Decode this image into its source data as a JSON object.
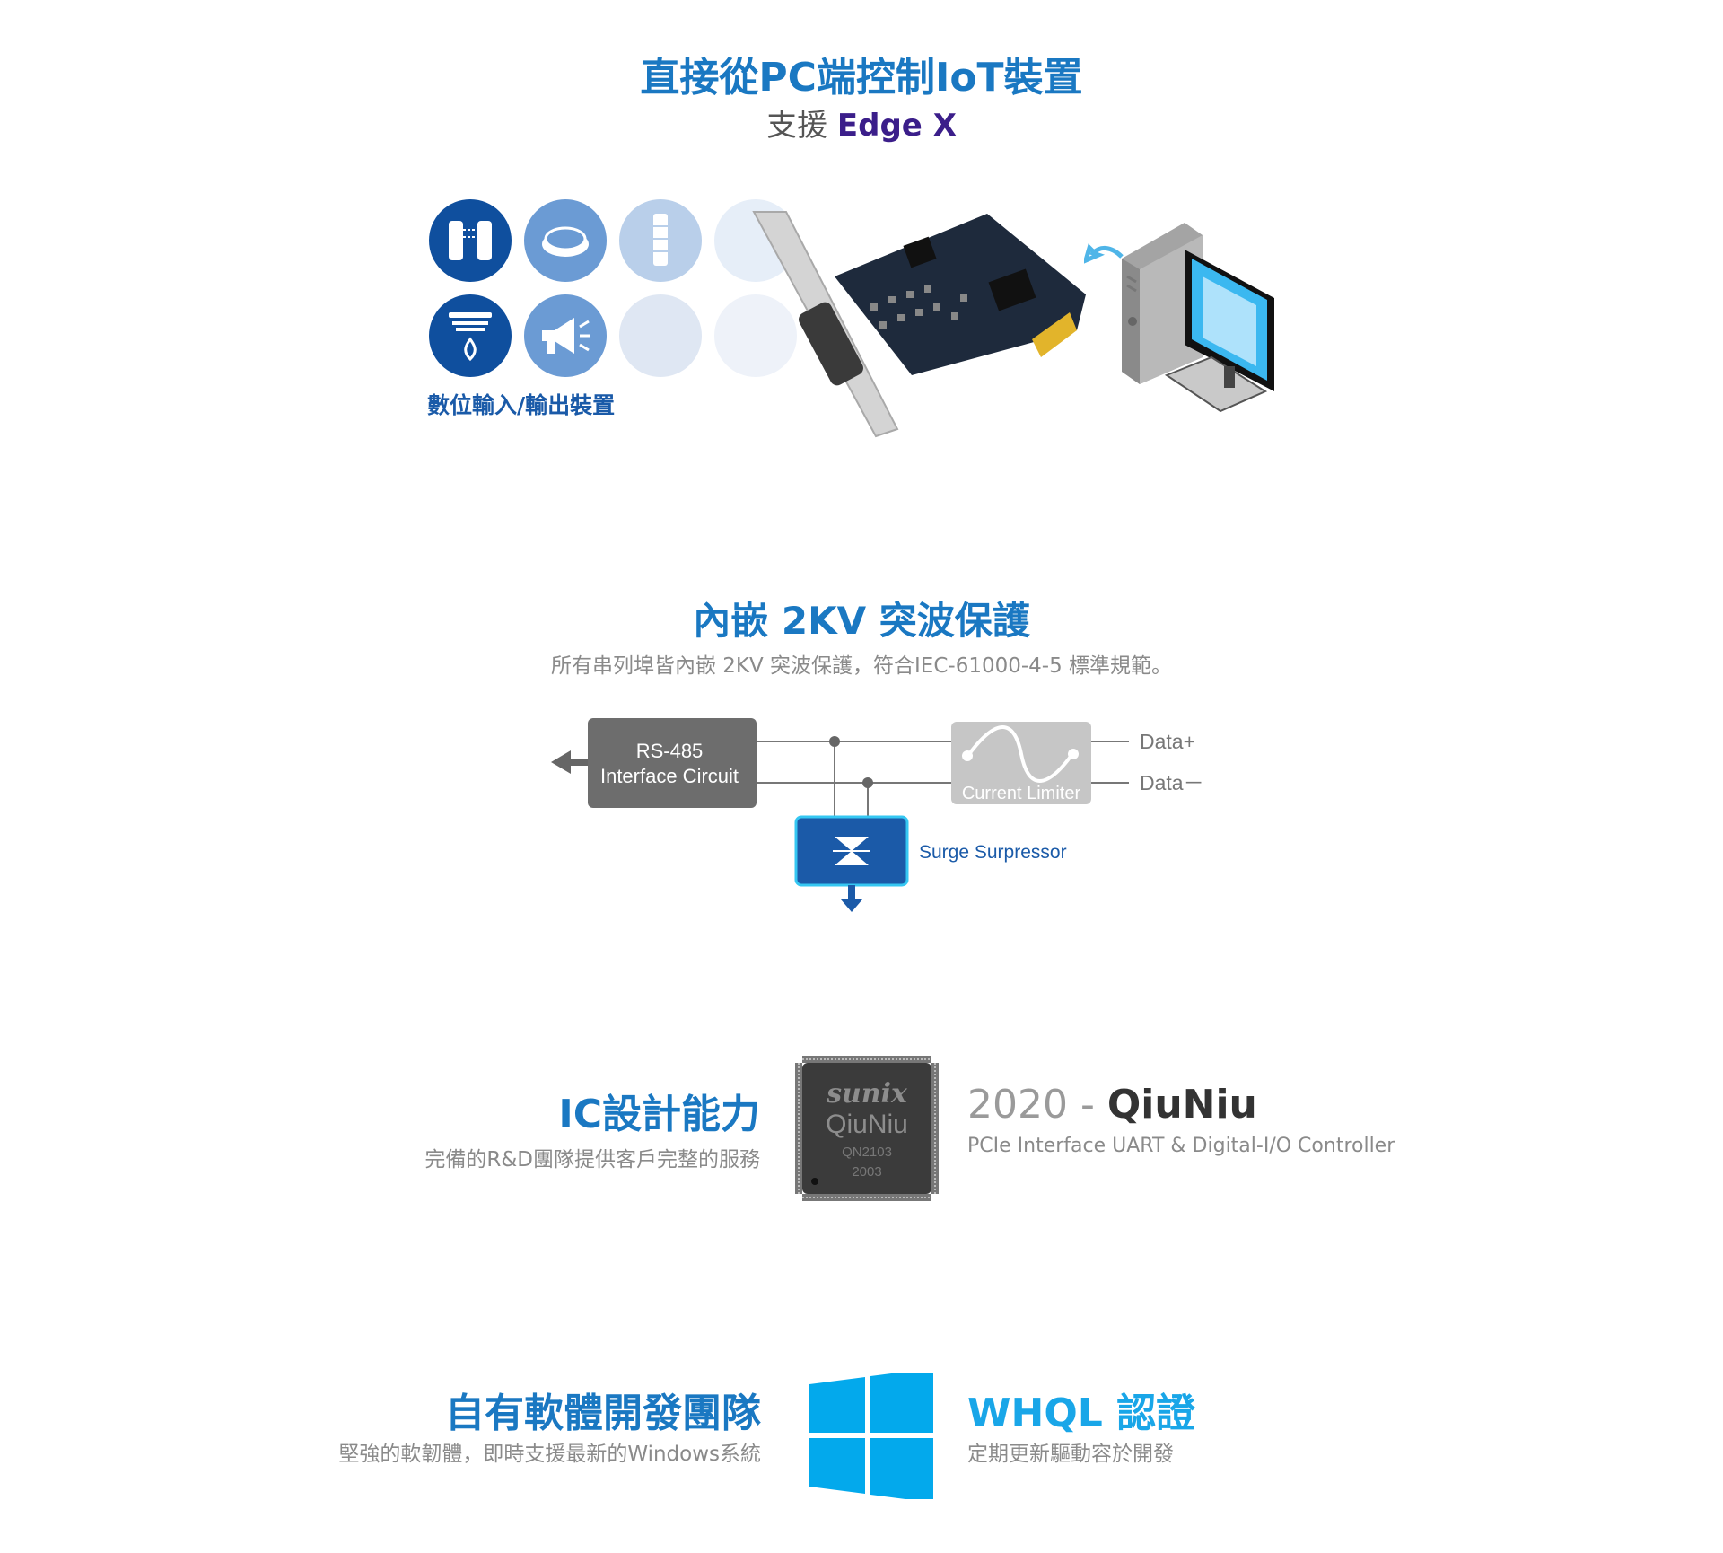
{
  "section_iot": {
    "title": "直接從PC端控制IoT裝置",
    "subtitle_prefix": "支援 ",
    "subtitle_brand": "Edge X",
    "label": "數位輸入/輸出裝置",
    "colors": {
      "dark_blue": "#0f4f9e",
      "mid_blue": "#6b9bd4",
      "light_blue": "#b9cfea",
      "pale_blue": "#e6eef8"
    }
  },
  "section_surge": {
    "title": "內嵌 2KV 突波保護",
    "subtitle": "所有串列埠皆內嵌 2KV 突波保護，符合IEC-61000-4-5 標準規範。",
    "interface_box_line1": "RS-485",
    "interface_box_line2": "Interface Circuit",
    "limiter_label": "Current Limiter",
    "surge_label": "Surge Surpressor",
    "data_plus": "Data+",
    "data_minus": "Data－"
  },
  "section_ic": {
    "title": "IC設計能力",
    "subtitle": "完備的R&D團隊提供客戶完整的服務",
    "chip_brand": "sunix",
    "chip_name": "QiuNiu",
    "chip_model": "QN2103",
    "chip_code": "2003",
    "year": "2020",
    "separator": " - ",
    "product_name": "QiuNiu",
    "product_desc": "PCIe Interface  UART & Digital-I/O Controller"
  },
  "section_software": {
    "title": "自有軟體開發團隊",
    "subtitle": "堅強的軟韌體，即時支援最新的Windows系統",
    "whql": "WHQL 認證",
    "whql_desc": "定期更新驅動容於開發",
    "windows_color": "#03a9ec"
  }
}
